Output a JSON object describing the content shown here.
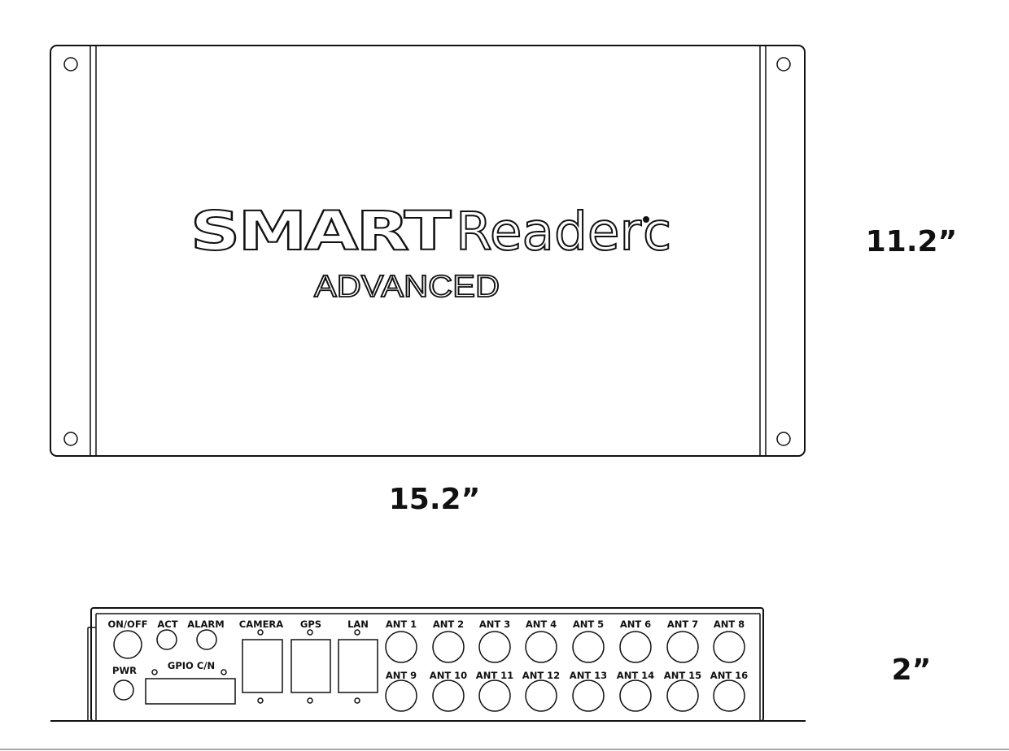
{
  "logo": {
    "brand_bold": "SMART",
    "brand_light": "Reader",
    "brand_mark": "c",
    "edition": "ADVANCED"
  },
  "dimensions": {
    "height": "11.2”",
    "width": "15.2”",
    "depth": "2”"
  },
  "panel": {
    "on_off": "ON/OFF",
    "act": "ACT",
    "alarm": "ALARM",
    "pwr": "PWR",
    "gpio": "GPIO C/N",
    "camera": "CAMERA",
    "gps": "GPS",
    "lan": "LAN",
    "antennas": [
      "ANT 1",
      "ANT 2",
      "ANT 3",
      "ANT 4",
      "ANT 5",
      "ANT 6",
      "ANT 7",
      "ANT 8",
      "ANT 9",
      "ANT 10",
      "ANT 11",
      "ANT 12",
      "ANT 13",
      "ANT 14",
      "ANT 15",
      "ANT 16"
    ]
  }
}
